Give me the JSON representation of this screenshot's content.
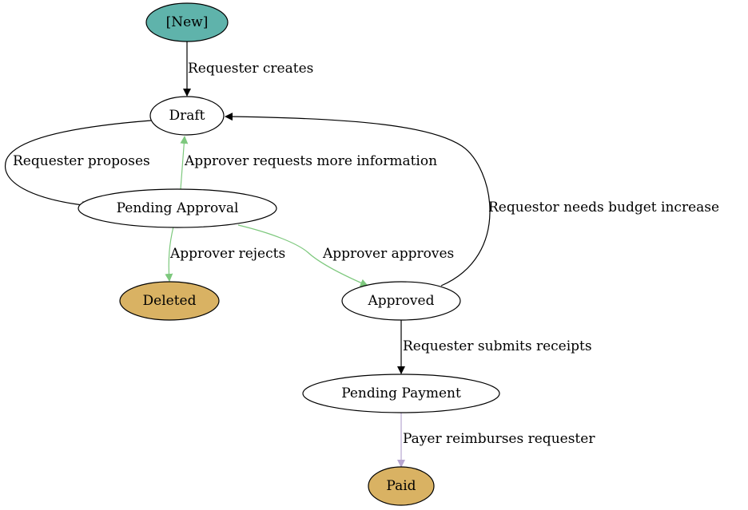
{
  "colors": {
    "new_fill": "#5fb3ab",
    "terminal_fill": "#d9b263",
    "default_fill": "#ffffff",
    "stroke_default": "#000000",
    "stroke_green": "#7dc87d",
    "stroke_purple": "#b8a6d0"
  },
  "nodes": {
    "new": "[New]",
    "draft": "Draft",
    "pending_approval": "Pending Approval",
    "deleted": "Deleted",
    "approved": "Approved",
    "pending_payment": "Pending Payment",
    "paid": "Paid"
  },
  "edges": {
    "requester_creates": "Requester creates",
    "requester_proposes": "Requester proposes",
    "approver_requests_info": "Approver requests more information",
    "requestor_budget_increase": "Requestor needs budget increase",
    "approver_rejects": "Approver rejects",
    "approver_approves": "Approver approves",
    "requester_submits_receipts": "Requester submits receipts",
    "payer_reimburses": "Payer reimburses requester"
  }
}
